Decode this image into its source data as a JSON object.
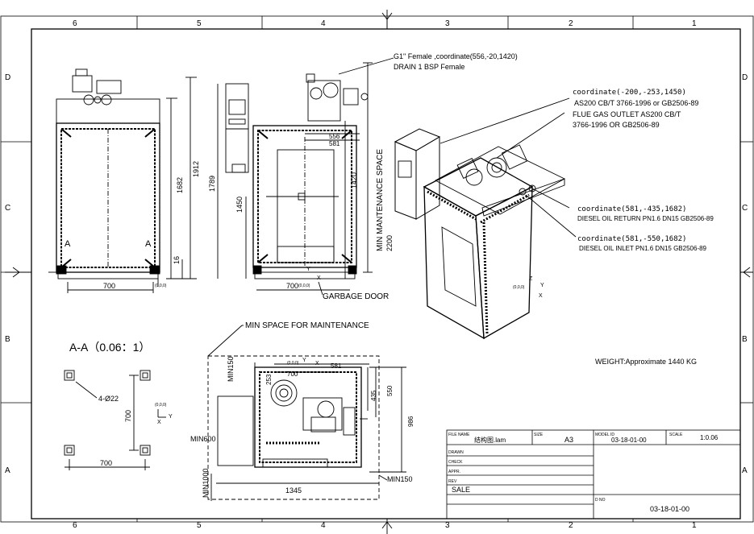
{
  "border": {
    "columns": [
      "6",
      "5",
      "4",
      "3",
      "2",
      "1"
    ],
    "rows": [
      "D",
      "C",
      "B",
      "A"
    ]
  },
  "front_view": {
    "section_marks": [
      "A",
      "A"
    ],
    "dims": {
      "height_overall": "1912",
      "height_body": "1682",
      "base": "16",
      "width": "700"
    },
    "origin": "(0,0,0)"
  },
  "side_view": {
    "dims": {
      "height_panel": "1789",
      "height_center": "1450",
      "height_right": "1420",
      "top_a": "556",
      "top_b": "581",
      "width": "700"
    },
    "axis_x": "X",
    "axis_y": "Y",
    "origin": "(0,0,0)",
    "garbage_door": "GARBAGE DOOR",
    "maint_space": "MIN MANTENANCE SPACE",
    "maint_value": "2200",
    "drain_line1": "G1\" Female ,coordinate(556,-20,1420)",
    "drain_line2": "DRAIN 1 BSP Female"
  },
  "iso_view": {
    "flue_coord": "coordinate(-200,-253,1450)",
    "flue_std": "AS200 CB/T 3766-1996 or GB2506-89",
    "flue_outlet_1": "FLUE GAS OUTLET AS200 CB/T",
    "flue_outlet_2": "3766-1996 OR GB2506-89",
    "return_coord": "coordinate(581,-435,1682)",
    "return_label": "DIESEL OIL RETURN PN1.6 DN15 GB2506-89",
    "inlet_coord": "coordinate(581,-550,1682)",
    "inlet_label": "DIESEL OIL INLET PN1.6 DN15 GB2506-89",
    "axis_z": "Z",
    "axis_y": "Y",
    "axis_x": "X",
    "origin": "(0,0,0)"
  },
  "section_aa": {
    "title": "A-A（0.06：1）",
    "holes": "4-Ø22",
    "height": "700",
    "width": "700",
    "origin": "(0,0,0)",
    "axis_x": "X",
    "axis_y": "Y"
  },
  "plan_view": {
    "min_space": "MIN SPACE FOR MAINTENANCE",
    "min150_top": "MIN150",
    "min600": "MIN600",
    "min1000": "MIN1000",
    "min150_bottom": "MIN150",
    "dims": {
      "d700": "700",
      "d581": "581",
      "d253": "253",
      "d435": "435",
      "d550": "550",
      "d986": "986",
      "d1345": "1345"
    },
    "origin": "(0,0,0)",
    "axis_x": "X",
    "axis_y": "Y"
  },
  "weight": "WEIGHT:Approximate 1440 KG",
  "title_block": {
    "file_name_label": "FILE NAME",
    "file_name": "结构图.lam",
    "size_label": "SIZE",
    "size": "A3",
    "model_label": "MODEL ID",
    "model": "03-18-01-00",
    "scale_label": "SCALE",
    "scale": "1:0.06",
    "drawn_label": "DRAWN",
    "check_label": "CHECK",
    "appr_label": "APPR.",
    "rev_label": "REV",
    "sale": "SALE",
    "dno_label": "D NO",
    "dno": "03-18-01-00"
  }
}
